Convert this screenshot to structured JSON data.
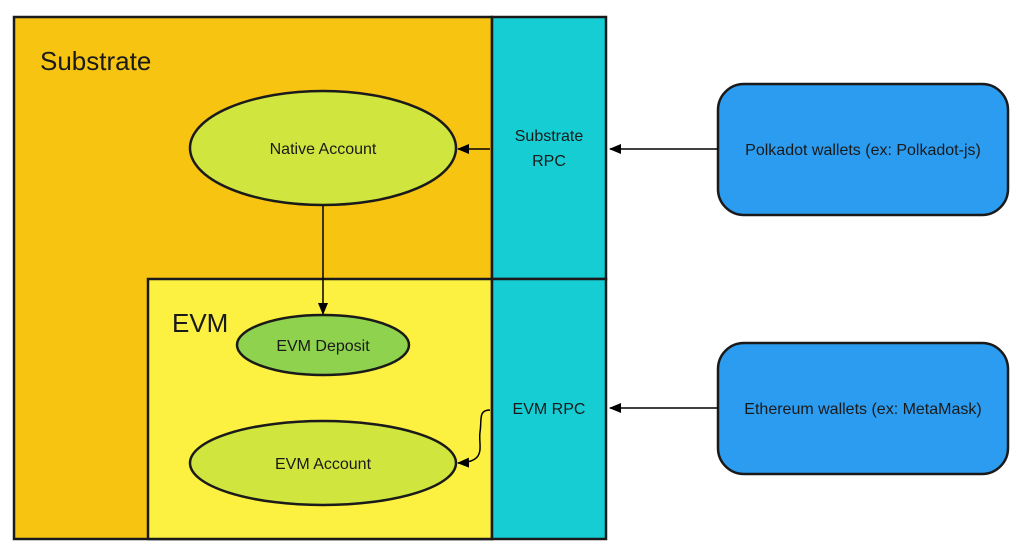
{
  "substrate": {
    "title": "Substrate"
  },
  "evm": {
    "title": "EVM"
  },
  "nodes": {
    "native_account": "Native Account",
    "evm_deposit": "EVM Deposit",
    "evm_account": "EVM Account"
  },
  "rpc": {
    "substrate_line1": "Substrate",
    "substrate_line2": "RPC",
    "evm": "EVM RPC"
  },
  "wallets": {
    "polkadot": "Polkadot wallets (ex: Polkadot-js)",
    "ethereum": "Ethereum wallets (ex: MetaMask)"
  },
  "colors": {
    "substrate_bg": "#F8C412",
    "evm_bg": "#FCF040",
    "rpc_bg": "#16CDD4",
    "ellipse": "#D0E63E",
    "deposit": "#8FD24E",
    "wallet": "#2B9CF0"
  }
}
